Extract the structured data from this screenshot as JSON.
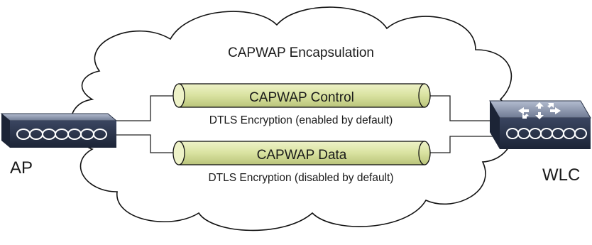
{
  "cloud": {
    "title": "CAPWAP Encapsulation"
  },
  "ap": {
    "label": "AP",
    "icon": "access-point-icon"
  },
  "wlc": {
    "label": "WLC",
    "icon": "wireless-lan-controller-icon"
  },
  "tunnels": [
    {
      "name": "CAPWAP Control",
      "encryption": "DTLS Encryption (enabled by default)"
    },
    {
      "name": "CAPWAP Data",
      "encryption": "DTLS Encryption (disabled by default)"
    }
  ],
  "colors": {
    "tunnel_fill": "#d9e2a0",
    "device_body": "#2a3347",
    "device_top": "#8a95ad",
    "outline": "#111111"
  }
}
